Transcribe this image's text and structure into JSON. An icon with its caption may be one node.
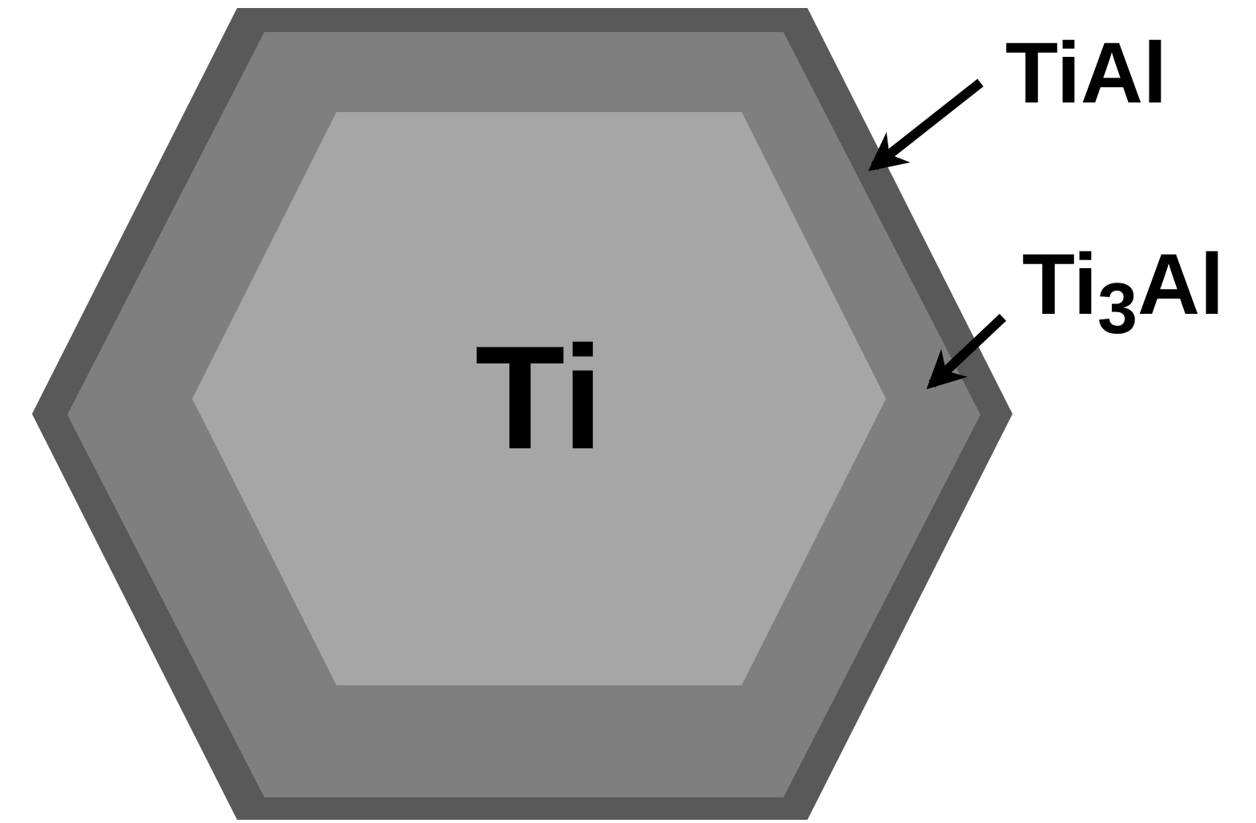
{
  "diagram": {
    "nodes": [
      {
        "text": [],
        "shape": "hexagon"
      },
      {
        "text": [],
        "shape": "hexagon",
        "in": 0
      },
      {
        "text": [
          "Ti"
        ],
        "in": 1
      },
      {
        "text": [
          "TiAl"
        ]
      },
      {
        "text": [
          "Ti$_{3}$Al"
        ]
      }
    ],
    "edges": [
      {
        "from": 3,
        "to": 0,
        "arrow": "to"
      },
      {
        "from": 4,
        "to": 1,
        "arrow": "to"
      }
    ]
  }
}
